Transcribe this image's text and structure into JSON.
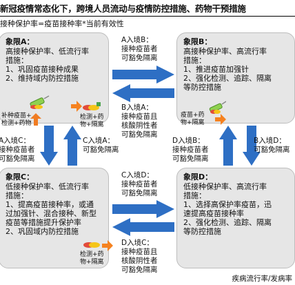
{
  "title": "新冠疫情常态化下，跨境人员流动与疫情防控措施、药物干预措施",
  "subtitle": "接种保护率=疫苗接种率*当前有效性",
  "colors": {
    "arrow_blue": "#2e6fc4",
    "arrow_up": "#f07c22",
    "arrow_right_orange": "#f58220",
    "quad_bg": "#e6e6e6"
  },
  "quadrants": {
    "A": {
      "title": "象限A：",
      "lines": [
        "高接种保护率、低流行率",
        "措施：",
        "1、巩固疫苗接种成果",
        "2、维持域内防控措施"
      ],
      "icon_caption": [
        "补种疫苗+",
        "检测+药物"
      ],
      "icon2_caption": [
        "检测+药",
        "物+隔离"
      ]
    },
    "B": {
      "title": "象限B：",
      "lines": [
        "高接种保护率、高流行率",
        "措施：",
        "1、推进疫苗加强针",
        "2、强化检测、追踪、隔离",
        "等防控措施"
      ],
      "icon_caption": [
        "疫苗+药",
        "物+隔离"
      ]
    },
    "C": {
      "title": "象限C：",
      "lines": [
        "低接种保护率、低流行率",
        "措施：",
        "1、提高疫苗接种率，或通",
        "过加强针、混合接种、新型",
        "疫苗等措施提升保护率",
        "2、巩固域内防控措施"
      ],
      "icon_caption": [
        "检测+药",
        "物+隔离"
      ]
    },
    "D": {
      "title": "象限D：",
      "lines": [
        "低接种保护率、高流行率",
        "措施：",
        "1、选择高保护率疫苗，迅",
        "速提高疫苗接种率",
        "2、强化检测、追踪、隔离",
        "等防控措施"
      ]
    }
  },
  "arrows": {
    "A_to_B": [
      "A入境B：",
      "接种疫苗者",
      "可豁免隔离"
    ],
    "B_to_A": [
      "B入境A：",
      "接种疫苗且",
      "核酸阴性者",
      "可豁免隔离"
    ],
    "A_to_C": [
      "A入境C：",
      "接种疫苗者",
      "可豁免隔离"
    ],
    "C_to_A": [
      "C入境A：",
      "可豁免隔离"
    ],
    "C_to_D": [
      "C入境D：",
      "接种疫苗者",
      "可豁免隔离"
    ],
    "D_to_C": [
      "D入境C：",
      "接种疫苗且",
      "核酸阴性者",
      "可豁免隔离"
    ],
    "D_to_B": [
      "D入境B：",
      "接种疫苗者",
      "可豁免隔离"
    ],
    "B_to_D": [
      "B入境D：",
      "可豁免隔离"
    ]
  },
  "footer": "疾病流行率/发病率"
}
